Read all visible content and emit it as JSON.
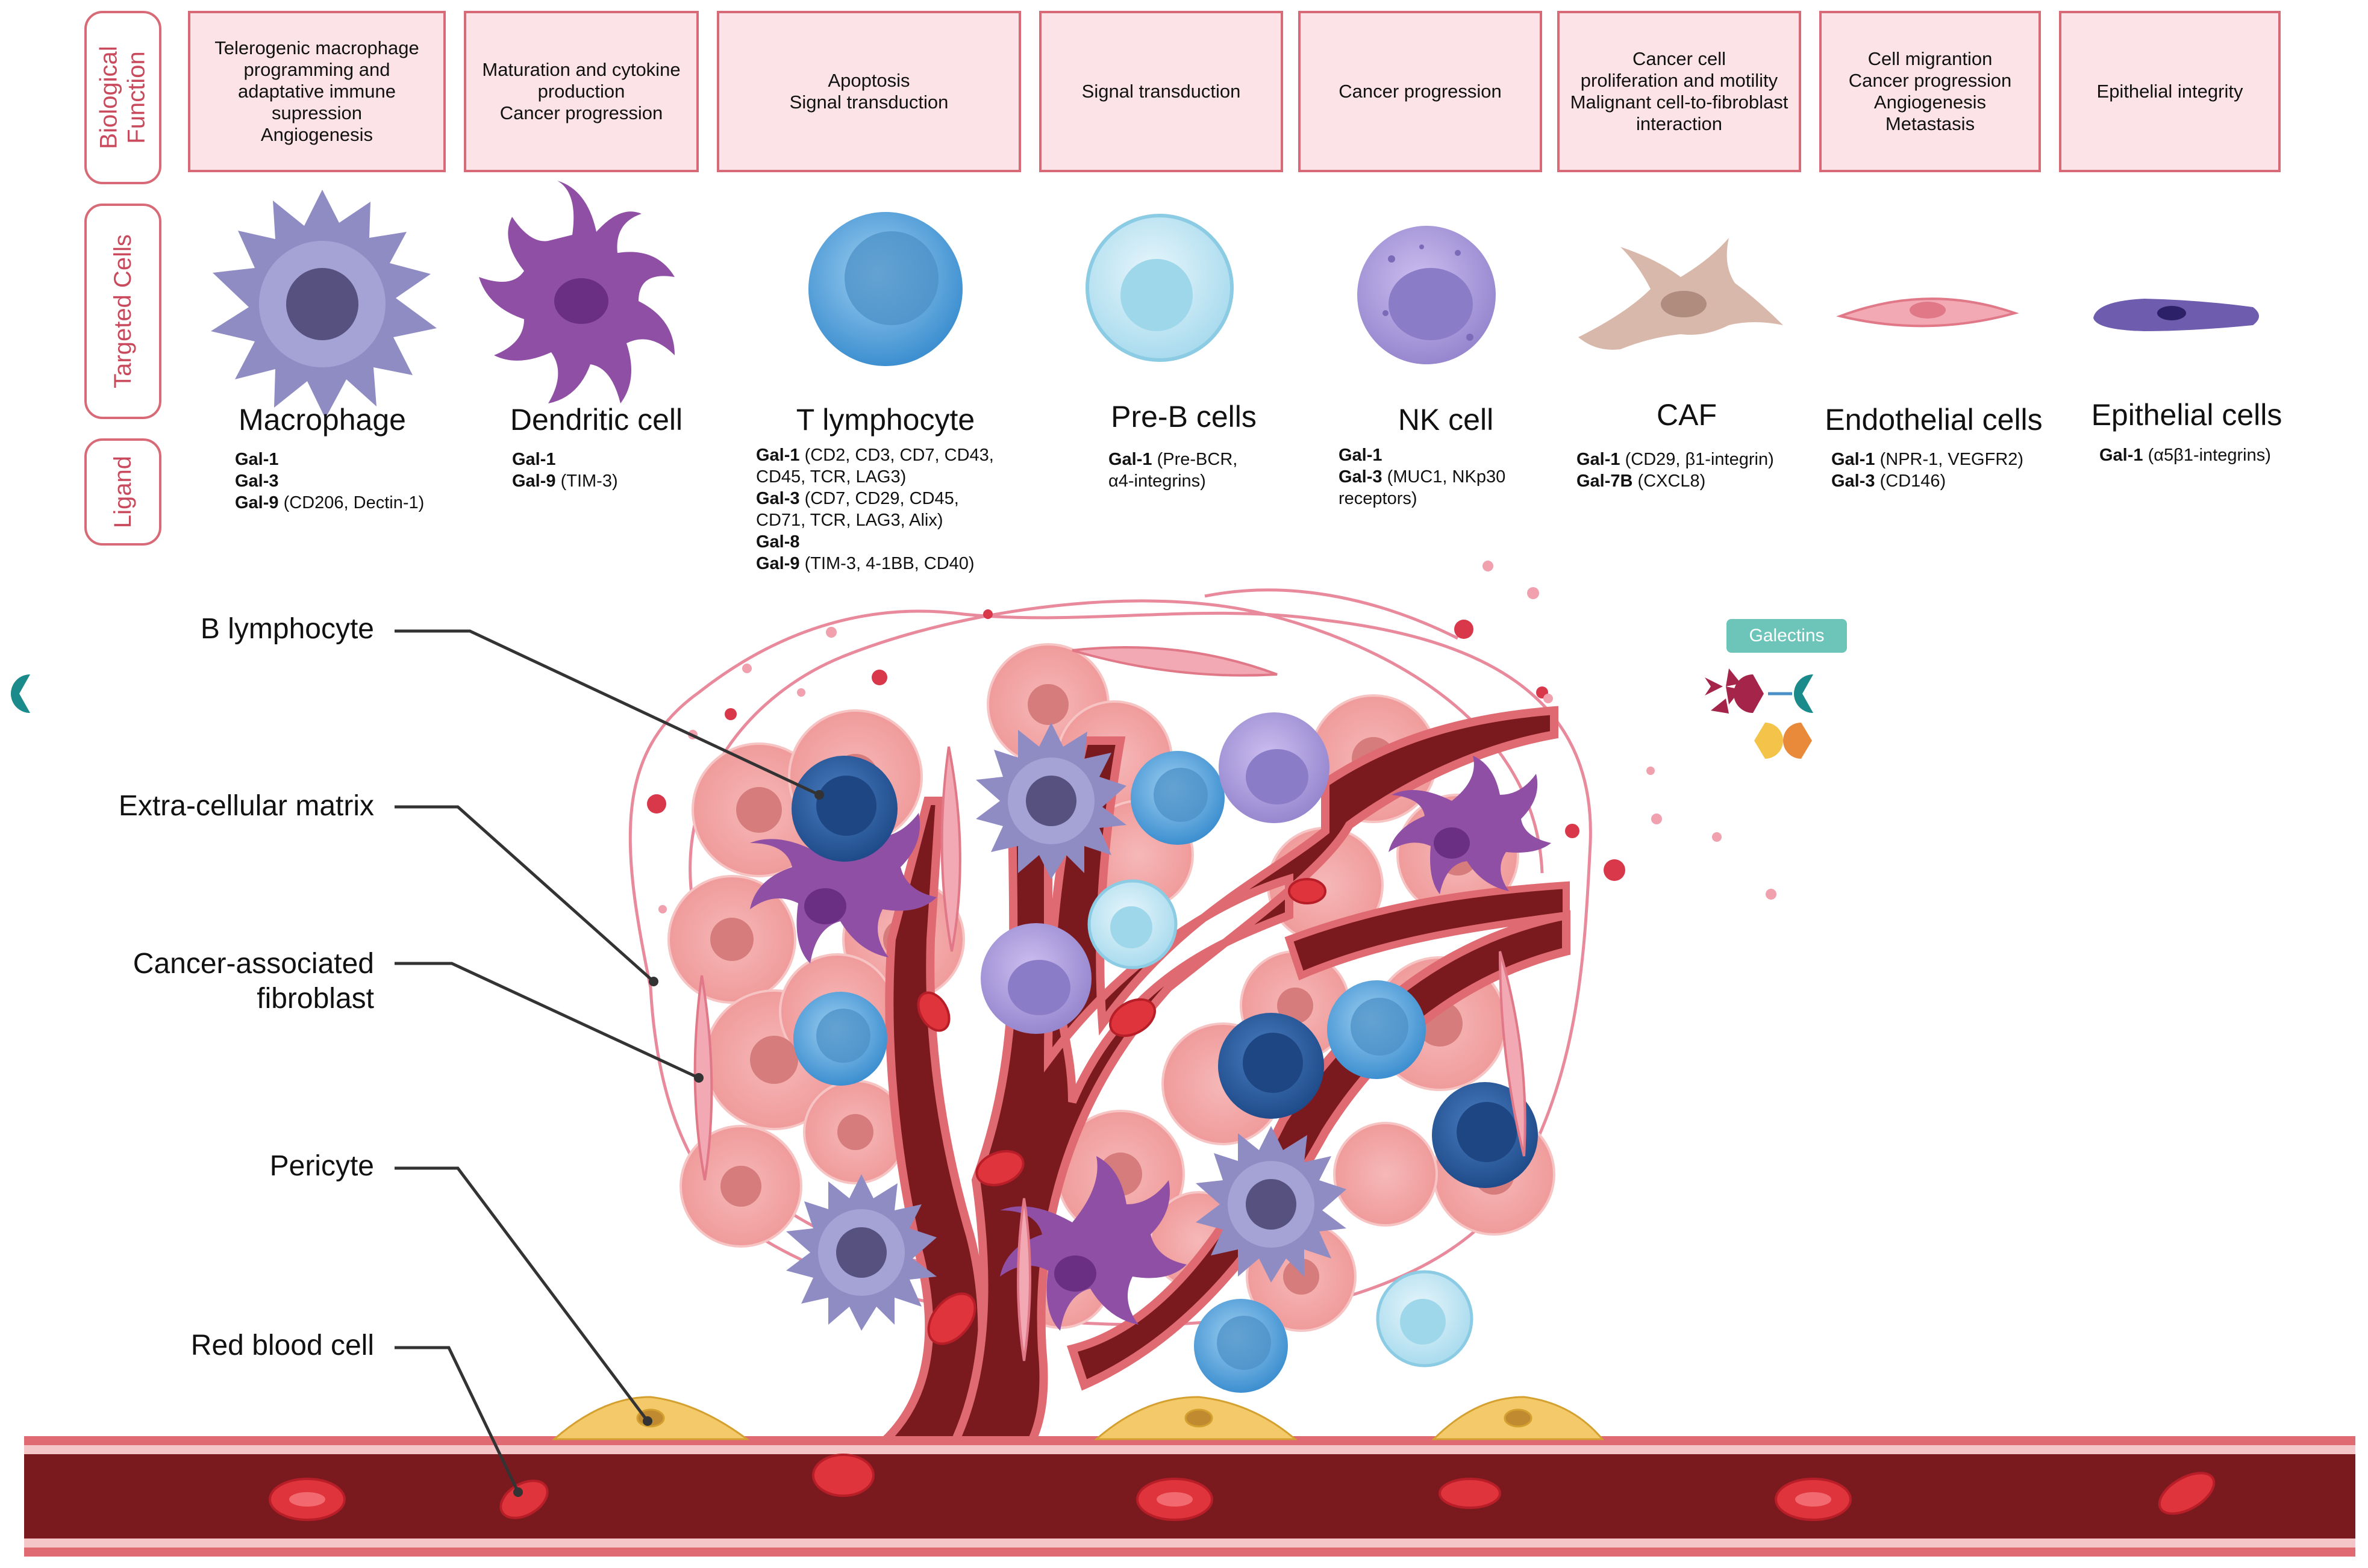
{
  "row_labels": [
    "Biological\nFunction",
    "Targeted Cells",
    "Ligand"
  ],
  "functions": [
    "Telerogenic macrophage\nprogramming and\nadaptative immune\nsupression\nAngiogenesis",
    "Maturation and cytokine\nproduction\nCancer progression",
    "Apoptosis\nSignal transduction",
    "Signal transduction",
    "Cancer progression",
    "Cancer cell\nproliferation and motility\nMalignant cell-to-fibroblast\ninteraction",
    "Cell migrantion\nCancer progression\nAngiogenesis\nMetastasis",
    "Epithelial integrity"
  ],
  "cells": [
    "Macrophage",
    "Dendritic cell",
    "T lymphocyte",
    "Pre-B cells",
    "NK cell",
    "CAF",
    "Endothelial cells",
    "Epithelial cells"
  ],
  "ligands": [
    [
      {
        "g": "Gal-1",
        "t": ""
      },
      {
        "g": "Gal-3",
        "t": ""
      },
      {
        "g": "Gal-9",
        "t": " (CD206, Dectin-1)"
      }
    ],
    [
      {
        "g": "Gal-1",
        "t": ""
      },
      {
        "g": "Gal-9",
        "t": " (TIM-3)"
      }
    ],
    [
      {
        "g": "Gal-1",
        "t": " (CD2, CD3, CD7, CD43,"
      },
      {
        "g": "",
        "t": "CD45, TCR, LAG3)"
      },
      {
        "g": "Gal-3",
        "t": " (CD7, CD29, CD45,"
      },
      {
        "g": "",
        "t": "CD71, TCR, LAG3, Alix)"
      },
      {
        "g": "Gal-8",
        "t": ""
      },
      {
        "g": "Gal-9",
        "t": " (TIM-3, 4-1BB, CD40)"
      }
    ],
    [
      {
        "g": "Gal-1",
        "t": " (Pre-BCR,"
      },
      {
        "g": "",
        "t": "α4-integrins)"
      }
    ],
    [
      {
        "g": "Gal-1",
        "t": ""
      },
      {
        "g": "Gal-3",
        "t": " (MUC1, NKp30"
      },
      {
        "g": "",
        "t": "receptors)"
      }
    ],
    [
      {
        "g": "Gal-1",
        "t": " (CD29, β1-integrin)"
      },
      {
        "g": "Gal-7B",
        "t": " (CXCL8)"
      }
    ],
    [
      {
        "g": "Gal-1",
        "t": " (NPR-1, VEGFR2)"
      },
      {
        "g": "Gal-3",
        "t": " (CD146)"
      }
    ],
    [
      {
        "g": "Gal-1",
        "t": " (α5β1-integrins)"
      }
    ]
  ],
  "side_labels": [
    "B lymphocyte",
    "Extra-cellular matrix",
    "Cancer-associated\nfibroblast",
    "Pericyte",
    "Red blood cell"
  ],
  "legend": "Galectins",
  "colors": {
    "box_fill": "#fbe3e8",
    "box_border": "#d86a78",
    "vessel": "#7a1a1e",
    "vessel_edge": "#e06a72",
    "macrophage": "#8f8cc4",
    "dendritic": "#8f4fa5",
    "t_cell": "#5aa2d8",
    "preb": "#bfe5f0",
    "nk": "#a99ad6",
    "caf": "#d8b8aa",
    "endothelial": "#f2a9b4",
    "epithelial": "#6e5cae",
    "tumor": "#f2a6a6",
    "pericyte": "#f3c96a",
    "rbc": "#e0343c",
    "b_cell": "#2f5e9e",
    "galectin_teal": "#6cc5b8"
  }
}
